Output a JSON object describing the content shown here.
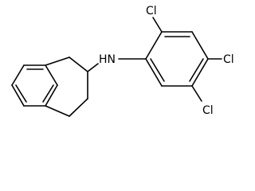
{
  "molecule": {
    "atom_labels": {
      "nh": "HN",
      "cl_top": "Cl",
      "cl_right": "Cl",
      "cl_bottom": "Cl"
    }
  }
}
